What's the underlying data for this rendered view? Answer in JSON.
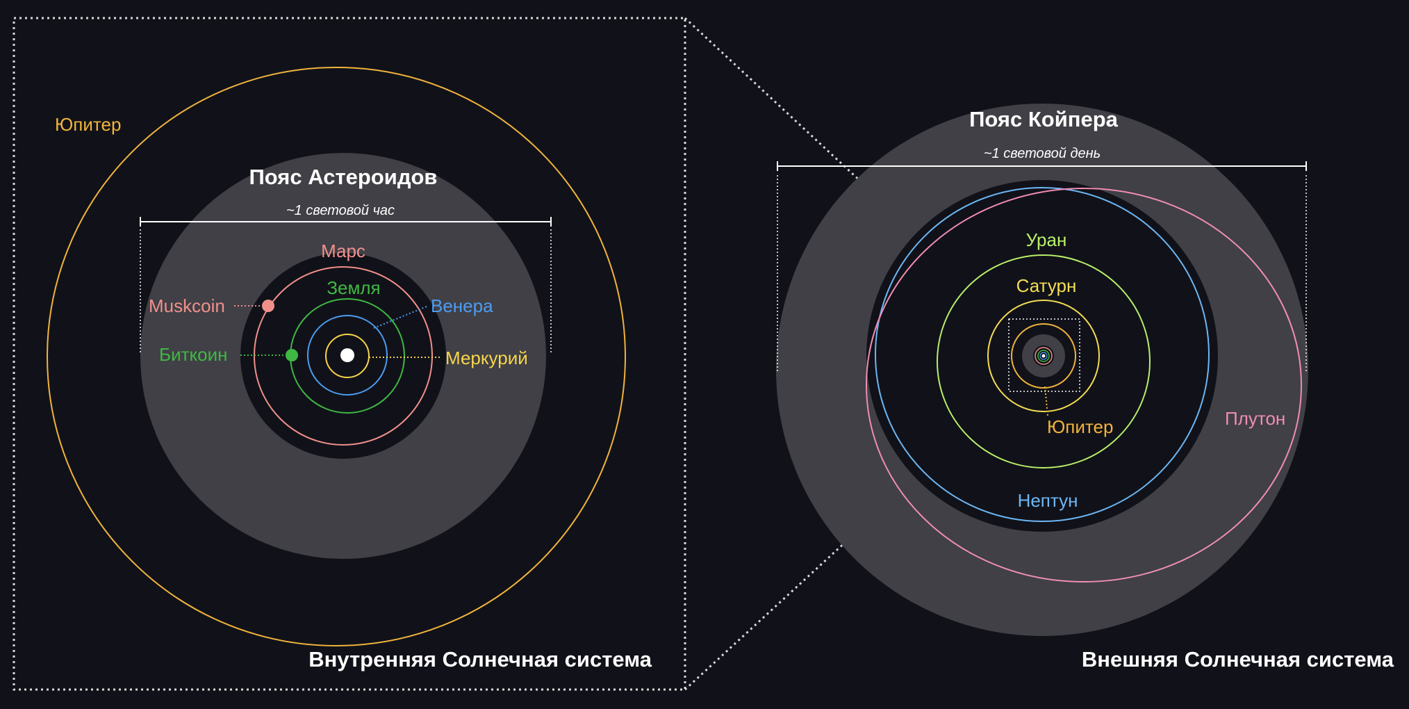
{
  "colors": {
    "background": "#111219",
    "belt": "#404046",
    "inner_disk": "#111219",
    "frame": "#d8d8d8",
    "white": "#ffffff",
    "jupiter": "#f2b43c",
    "mars": "#f1908b",
    "earth": "#3fb943",
    "venus": "#4d9cf2",
    "mercury": "#f7d54a",
    "uranus": "#b9f06a",
    "saturn": "#f5dc55",
    "neptune": "#6cb7f5",
    "pluto": "#f08db4"
  },
  "inner": {
    "title": "Внутренняя Солнечная система",
    "belt_label": "Пояс Астероидов",
    "span_label": "~1 световой час",
    "labels": {
      "jupiter": "Юпитер",
      "mars": "Марс",
      "earth": "Земля",
      "venus": "Венера",
      "mercury": "Меркурий",
      "muskcoin": "Muskcoin",
      "bitcoin": "Биткоин"
    }
  },
  "outer": {
    "title": "Внешняя Солнечная система",
    "belt_label": "Пояс Койпера",
    "span_label": "~1 световой день",
    "labels": {
      "uranus": "Уран",
      "saturn": "Сатурн",
      "jupiter": "Юпитер",
      "neptune": "Нептун",
      "pluto": "Плутон"
    }
  }
}
